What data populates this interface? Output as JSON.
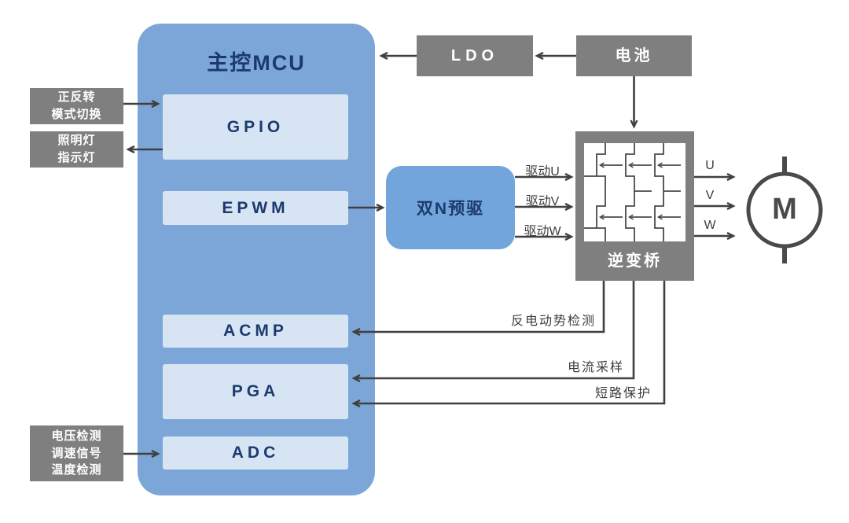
{
  "colors": {
    "mcu_fill": "#7CA6D8",
    "module_fill": "#D7E4F4",
    "navy_text": "#1C3A6E",
    "gray_box": "#7F7F7F",
    "line": "#404040",
    "motor_stroke": "#4a4a4a",
    "background": "#ffffff"
  },
  "mcu": {
    "title": "主控MCU",
    "modules": {
      "gpio": "GPIO",
      "epwm": "EPWM",
      "acmp": "ACMP",
      "pga": "PGA",
      "adc": "ADC"
    }
  },
  "power": {
    "ldo": "LDO",
    "battery": "电池"
  },
  "predriver": {
    "label": "双N预驱"
  },
  "inverter": {
    "label": "逆变桥"
  },
  "motor": {
    "label": "M"
  },
  "io_labels": {
    "forward_reverse": "正反转\n模式切换",
    "lamps": "照明灯\n指示灯",
    "analog_inputs": "电压检测\n调速信号\n温度检测"
  },
  "signals": {
    "drive_u": "驱动U",
    "drive_v": "驱动V",
    "drive_w": "驱动W",
    "phase_u": "U",
    "phase_v": "V",
    "phase_w": "W",
    "back_emf": "反电动势检测",
    "current_sample": "电流采样",
    "short_protect": "短路保护"
  }
}
